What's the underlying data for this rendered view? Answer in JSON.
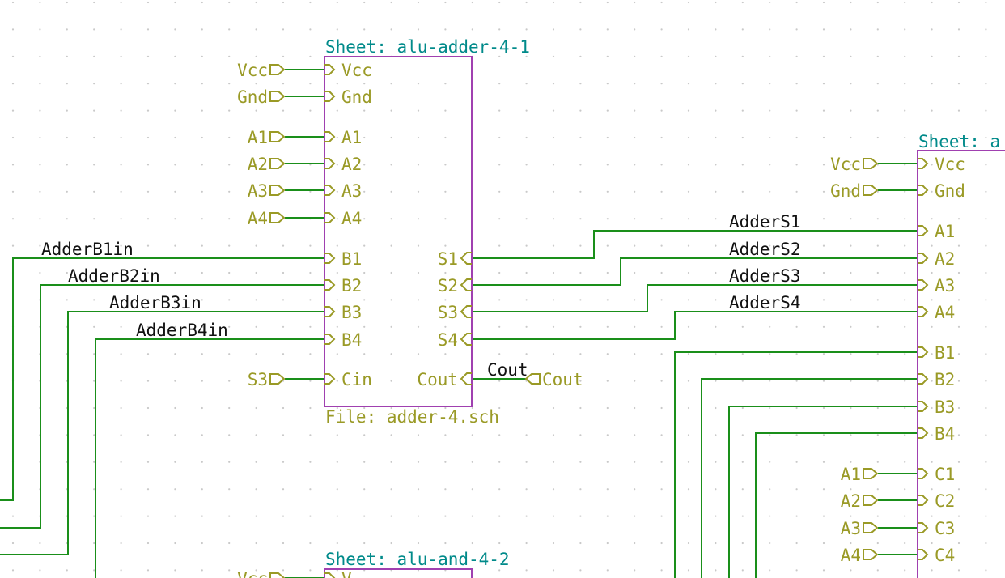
{
  "app": {
    "background": "#ffffff"
  },
  "colors": {
    "sheet_border": "#a040b0",
    "wire": "#1a8f1a",
    "pin_and_label": "#9a9a26",
    "sheet_title": "#008a8a",
    "net_label": "#111111"
  },
  "sheets": {
    "adder": {
      "title": "Sheet: alu-adder-4-1",
      "file": "File: adder-4.sch",
      "pins_left": [
        "Vcc",
        "Gnd",
        "A1",
        "A2",
        "A3",
        "A4",
        "B1",
        "B2",
        "B3",
        "B4",
        "Cin"
      ],
      "pins_right": [
        "S1",
        "S2",
        "S3",
        "S4",
        "Cout"
      ]
    },
    "right_sheet": {
      "title": "Sheet: a",
      "pins_left": [
        "Vcc",
        "Gnd",
        "A1",
        "A2",
        "A3",
        "A4",
        "B1",
        "B2",
        "B3",
        "B4",
        "C1",
        "C2",
        "C3",
        "C4"
      ]
    },
    "and_sheet": {
      "title": "Sheet: alu-and-4-2",
      "pins_left": [
        "V"
      ]
    }
  },
  "global_labels": {
    "adder_inputs": [
      "Vcc",
      "Gnd",
      "A1",
      "A2",
      "A3",
      "A4",
      "S3"
    ],
    "cout": "Cout",
    "right_inputs": [
      "Vcc",
      "Gnd",
      "A1",
      "A2",
      "A3",
      "A4"
    ],
    "and_partial": "Vcc"
  },
  "net_labels": {
    "adder_b": [
      "AdderB1in",
      "AdderB2in",
      "AdderB3in",
      "AdderB4in"
    ],
    "adder_s": [
      "AdderS1",
      "AdderS2",
      "AdderS3",
      "AdderS4"
    ],
    "cout": "Cout"
  }
}
